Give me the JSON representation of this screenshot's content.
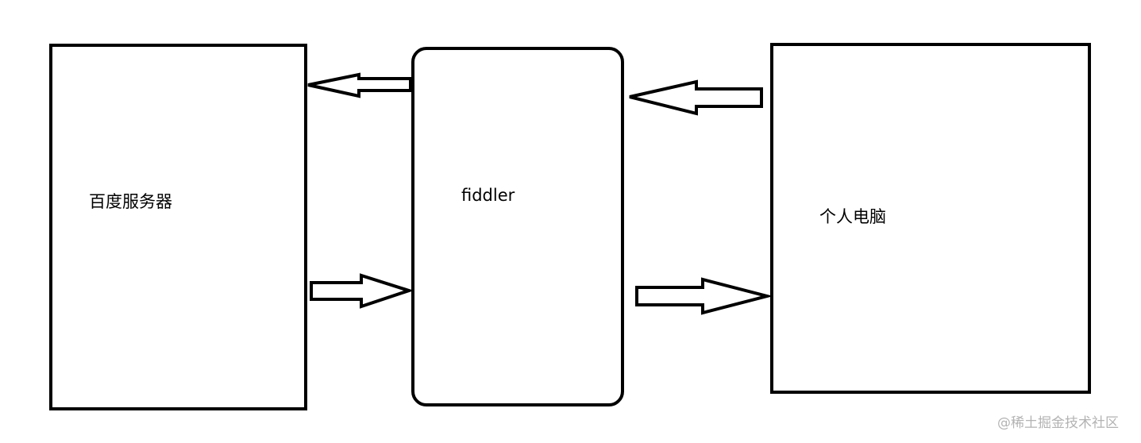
{
  "nodes": {
    "server": {
      "label": "百度服务器"
    },
    "fiddler": {
      "label": "fiddler"
    },
    "pc": {
      "label": "个人电脑"
    }
  },
  "edges": [
    {
      "from": "fiddler",
      "to": "server"
    },
    {
      "from": "server",
      "to": "fiddler"
    },
    {
      "from": "pc",
      "to": "fiddler"
    },
    {
      "from": "fiddler",
      "to": "pc"
    }
  ],
  "watermark": "@稀土掘金技术社区",
  "colors": {
    "stroke": "#000000",
    "background": "#ffffff",
    "watermark": "#b3b3b3"
  }
}
